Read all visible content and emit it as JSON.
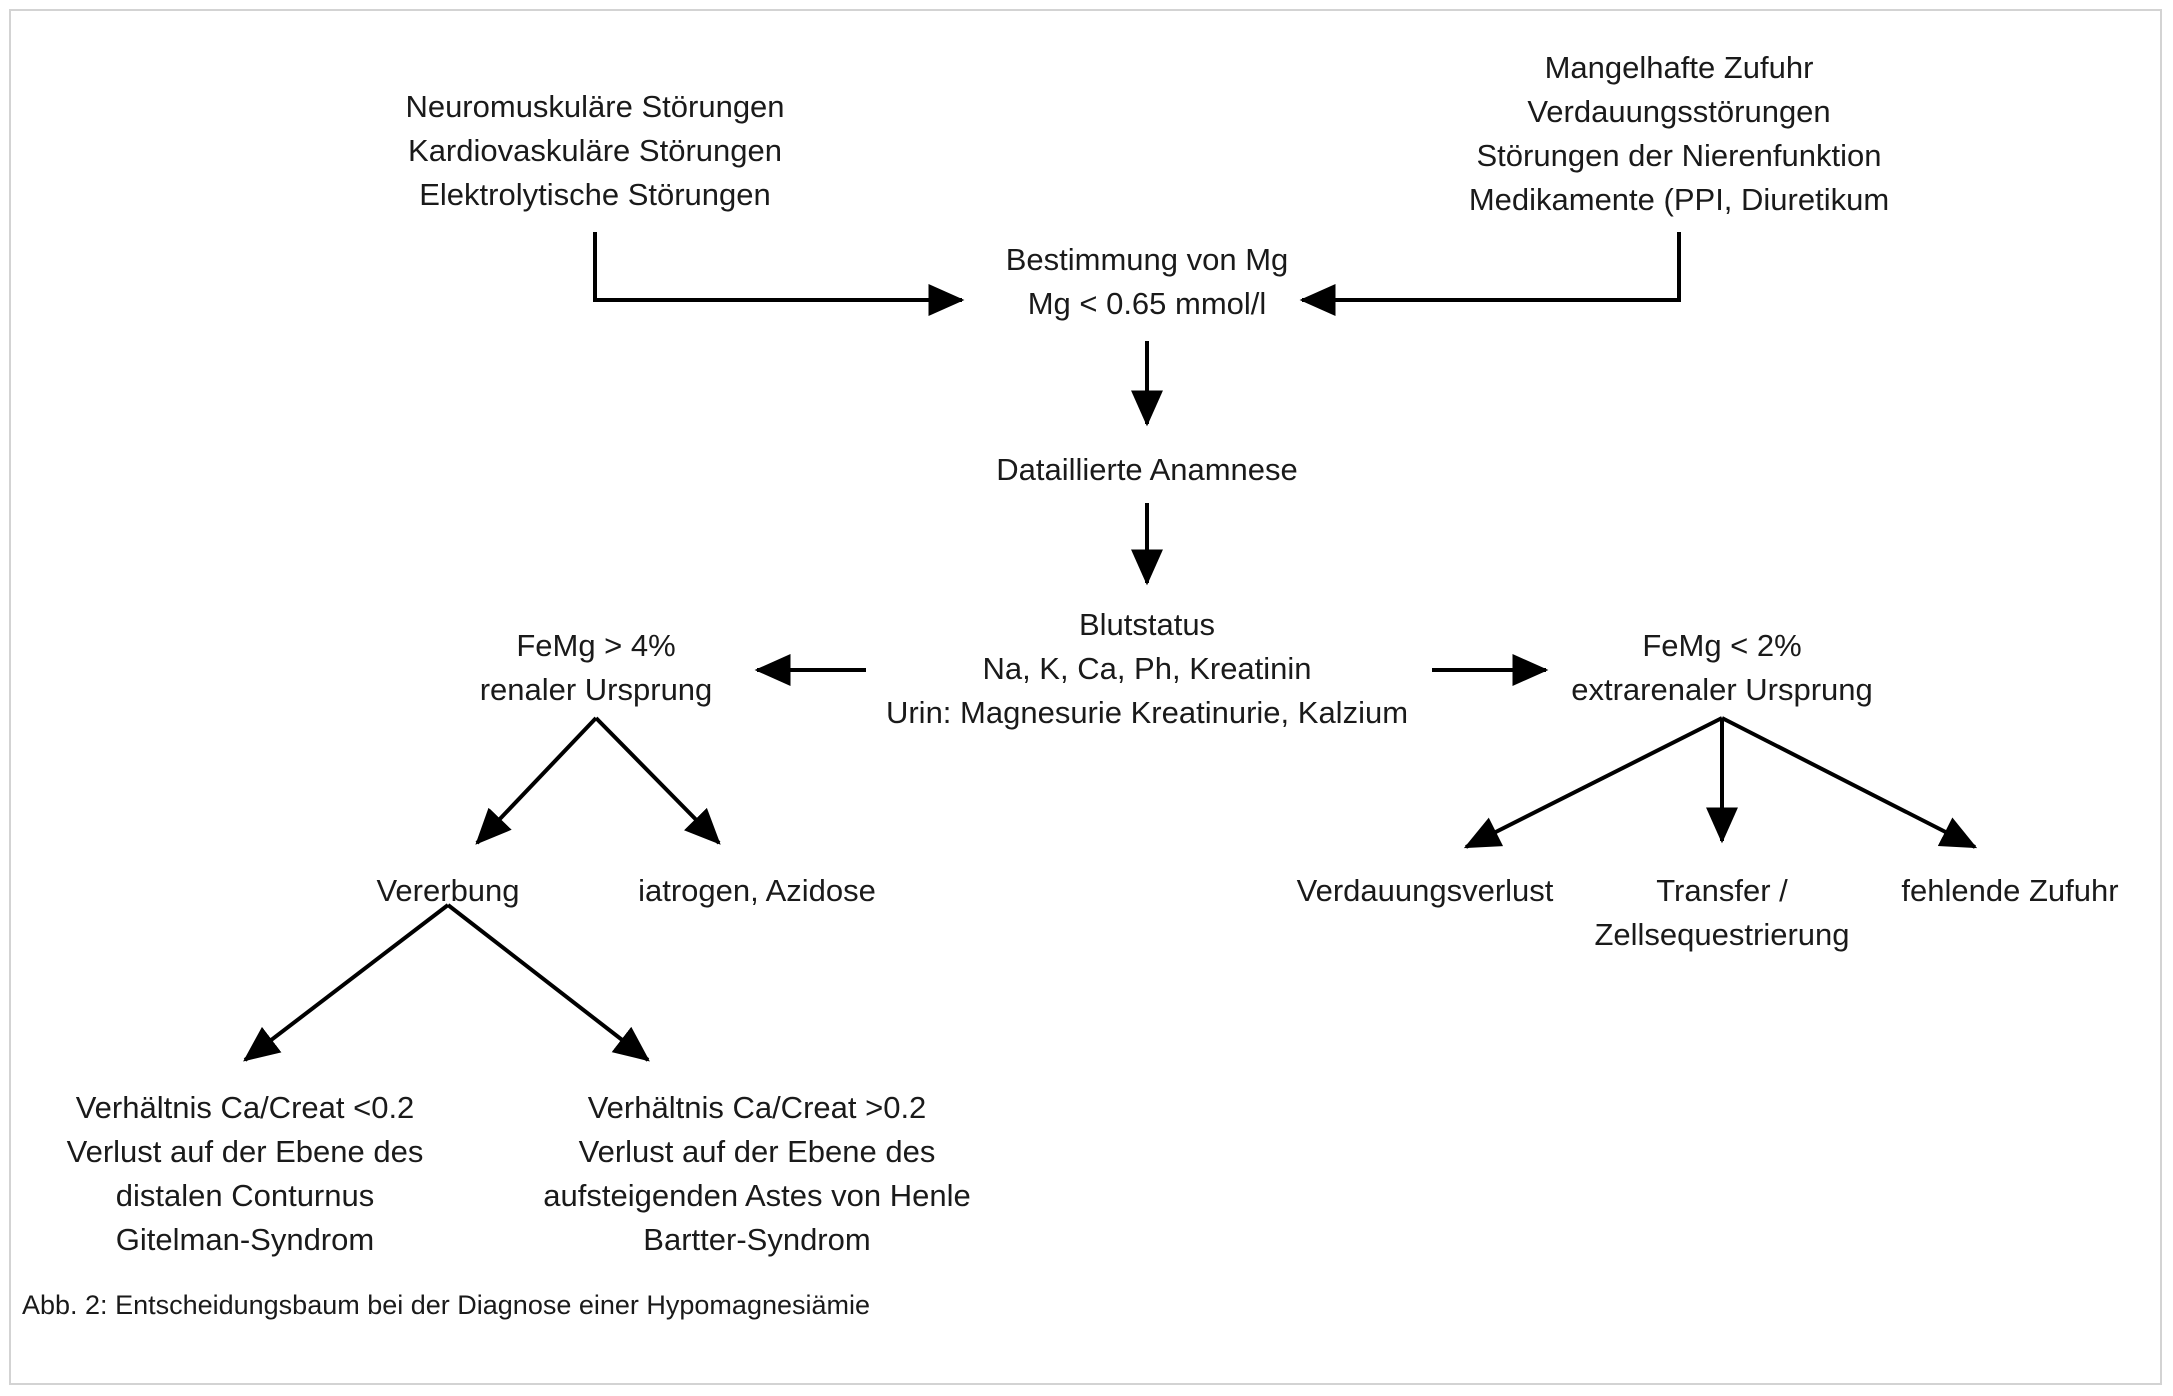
{
  "figure": {
    "caption": "Abb. 2: Entscheidungsbaum bei der Diagnose einer Hypomagnesiämie",
    "language": "de",
    "border_color": "#d3d3d3",
    "text_color": "#1a1a1a",
    "background_color": "#ffffff"
  },
  "chart_data": {
    "type": "diagram",
    "subtype": "decision-tree-flowchart",
    "title": "Abb. 2: Entscheidungsbaum bei der Diagnose einer Hypomagnesiämie",
    "nodes": [
      {
        "id": "indications-left",
        "lines": [
          "Neuromuskuläre Störungen",
          "Kardiovaskuläre Störungen",
          "Elektrolytische Störungen"
        ]
      },
      {
        "id": "indications-right",
        "lines": [
          "Mangelhafte Zufuhr",
          "Verdauungsstörungen",
          "Störungen der Nierenfunktion",
          "Medikamente (PPI, Diuretikum"
        ]
      },
      {
        "id": "mg-determination",
        "lines": [
          "Bestimmung von Mg",
          "Mg < 0.65 mmol/l"
        ]
      },
      {
        "id": "anamnesis",
        "lines": [
          "Dataillierte Anamnese"
        ]
      },
      {
        "id": "blood-status",
        "lines": [
          "Blutstatus",
          "Na, K, Ca, Ph, Kreatinin",
          "Urin: Magnesurie Kreatinurie, Kalzium"
        ]
      },
      {
        "id": "femg-high",
        "lines": [
          "FeMg > 4%",
          "renaler Ursprung"
        ]
      },
      {
        "id": "femg-low",
        "lines": [
          "FeMg < 2%",
          "extrarenaler Ursprung"
        ]
      },
      {
        "id": "heredity",
        "lines": [
          "Vererbung"
        ]
      },
      {
        "id": "iatrogenic",
        "lines": [
          "iatrogen, Azidose"
        ]
      },
      {
        "id": "digestive-loss",
        "lines": [
          "Verdauungsverlust"
        ]
      },
      {
        "id": "transfer",
        "lines": [
          "Transfer /",
          "Zellsequestrierung"
        ]
      },
      {
        "id": "missing-intake",
        "lines": [
          "fehlende Zufuhr"
        ]
      },
      {
        "id": "gitelman",
        "lines": [
          "Verhältnis Ca/Creat <0.2",
          "Verlust auf der Ebene des",
          "distalen Conturnus",
          "Gitelman-Syndrom"
        ]
      },
      {
        "id": "bartter",
        "lines": [
          "Verhältnis Ca/Creat >0.2",
          "Verlust auf der Ebene des",
          "aufsteigenden Astes von Henle",
          "Bartter-Syndrom"
        ]
      }
    ],
    "edges": [
      {
        "from": "indications-left",
        "to": "mg-determination",
        "style": "elbow-right-arrow"
      },
      {
        "from": "indications-right",
        "to": "mg-determination",
        "style": "elbow-left-arrow"
      },
      {
        "from": "mg-determination",
        "to": "anamnesis",
        "style": "straight-down-arrow"
      },
      {
        "from": "anamnesis",
        "to": "blood-status",
        "style": "straight-down-arrow"
      },
      {
        "from": "blood-status",
        "to": "femg-high",
        "style": "straight-left-arrow"
      },
      {
        "from": "blood-status",
        "to": "femg-low",
        "style": "straight-right-arrow"
      },
      {
        "from": "femg-high",
        "to": "heredity",
        "style": "diagonal-down-left-arrow"
      },
      {
        "from": "femg-high",
        "to": "iatrogenic",
        "style": "diagonal-down-right-arrow"
      },
      {
        "from": "femg-low",
        "to": "digestive-loss",
        "style": "diagonal-down-left-arrow"
      },
      {
        "from": "femg-low",
        "to": "transfer",
        "style": "straight-down-arrow"
      },
      {
        "from": "femg-low",
        "to": "missing-intake",
        "style": "diagonal-down-right-arrow"
      },
      {
        "from": "heredity",
        "to": "gitelman",
        "style": "diagonal-down-left-arrow"
      },
      {
        "from": "heredity",
        "to": "bartter",
        "style": "diagonal-down-right-arrow"
      }
    ],
    "arrow_color": "#000000"
  },
  "nodes": {
    "indications_left": {
      "line1": "Neuromuskuläre Störungen",
      "line2": "Kardiovaskuläre Störungen",
      "line3": "Elektrolytische Störungen"
    },
    "indications_right": {
      "line1": "Mangelhafte Zufuhr",
      "line2": "Verdauungsstörungen",
      "line3": "Störungen der Nierenfunktion",
      "line4": "Medikamente (PPI, Diuretikum"
    },
    "mg_determination": {
      "line1": "Bestimmung von Mg",
      "line2": "Mg < 0.65 mmol/l"
    },
    "anamnesis": {
      "line1": "Dataillierte Anamnese"
    },
    "blood_status": {
      "line1": "Blutstatus",
      "line2": "Na, K, Ca, Ph, Kreatinin",
      "line3": "Urin: Magnesurie Kreatinurie, Kalzium"
    },
    "femg_high": {
      "line1": "FeMg > 4%",
      "line2": "renaler Ursprung"
    },
    "femg_low": {
      "line1": "FeMg < 2%",
      "line2": "extrarenaler Ursprung"
    },
    "heredity": {
      "line1": "Vererbung"
    },
    "iatrogenic": {
      "line1": "iatrogen, Azidose"
    },
    "digestive_loss": {
      "line1": "Verdauungsverlust"
    },
    "transfer": {
      "line1": "Transfer /",
      "line2": "Zellsequestrierung"
    },
    "missing_intake": {
      "line1": "fehlende Zufuhr"
    },
    "gitelman": {
      "line1": "Verhältnis Ca/Creat <0.2",
      "line2": "Verlust auf der Ebene des",
      "line3": "distalen Conturnus",
      "line4": "Gitelman-Syndrom"
    },
    "bartter": {
      "line1": "Verhältnis Ca/Creat >0.2",
      "line2": "Verlust auf der Ebene des",
      "line3": "aufsteigenden Astes von Henle",
      "line4": "Bartter-Syndrom"
    }
  }
}
